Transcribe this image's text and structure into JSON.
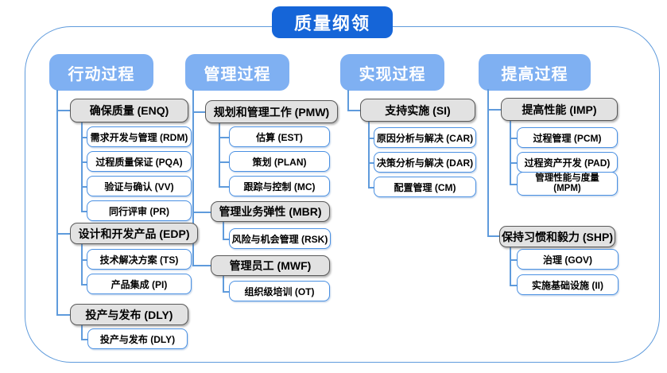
{
  "title": "质量纲领",
  "colors": {
    "title-bg": "#1565d8",
    "header-bg": "#7fb0f2",
    "connector": "#5f9bdc",
    "gray-fill": "#e2e2e2",
    "gray-border": "#595959",
    "white-border": "#4a90e2"
  },
  "columns": [
    {
      "header": "行动过程",
      "groups": [
        {
          "label": "确保质量 (ENQ)",
          "children": [
            "需求开发与管理 (RDM)",
            "过程质量保证 (PQA)",
            "验证与确认 (VV)",
            "同行评审 (PR)"
          ]
        },
        {
          "label": "设计和开发产品 (EDP)",
          "children": [
            "技术解决方案 (TS)",
            "产品集成 (PI)"
          ]
        },
        {
          "label": "投产与发布 (DLY)",
          "children": [
            "投产与发布 (DLY)"
          ]
        }
      ]
    },
    {
      "header": "管理过程",
      "groups": [
        {
          "label": "规划和管理工作 (PMW)",
          "children": [
            "估算 (EST)",
            "策划 (PLAN)",
            "跟踪与控制 (MC)"
          ]
        },
        {
          "label": "管理业务弹性 (MBR)",
          "children": [
            "风险与机会管理 (RSK)"
          ]
        },
        {
          "label": "管理员工 (MWF)",
          "children": [
            "组织级培训 (OT)"
          ]
        }
      ]
    },
    {
      "header": "实现过程",
      "groups": [
        {
          "label": "支持实施 (SI)",
          "children": [
            "原因分析与解决 (CAR)",
            "决策分析与解决 (DAR)",
            "配置管理 (CM)"
          ]
        }
      ]
    },
    {
      "header": "提高过程",
      "groups": [
        {
          "label": "提高性能 (IMP)",
          "children": [
            "过程管理 (PCM)",
            "过程资产开发 (PAD)",
            "管理性能与度量\n(MPM)"
          ]
        },
        {
          "label": "保持习惯和毅力 (SHP)",
          "children": [
            "治理 (GOV)",
            "实施基础设施 (II)"
          ]
        }
      ]
    }
  ]
}
